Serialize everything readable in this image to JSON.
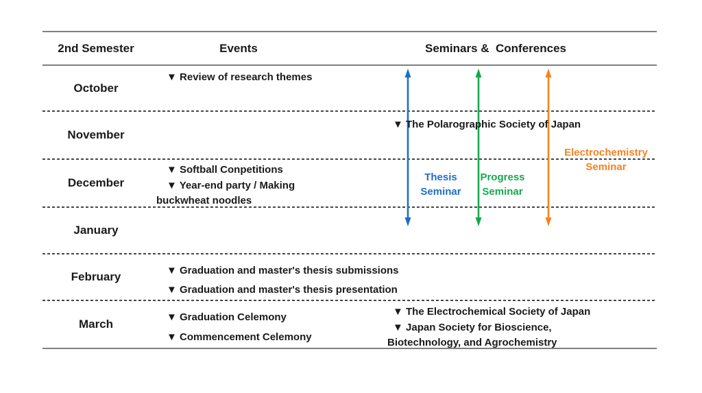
{
  "header": {
    "semester": "2nd Semester",
    "events": "Events",
    "seminars": "Seminars &  Conferences"
  },
  "rows": [
    {
      "month": "October",
      "events": [
        "▼ Review of research themes"
      ],
      "seminars": []
    },
    {
      "month": "November",
      "events": [],
      "seminars": [
        "▼ The Polarographic Society of Japan"
      ]
    },
    {
      "month": "December",
      "events": [
        "▼ Softball Conpetitions",
        "▼ Year-end party / Making buckwheat noodles"
      ],
      "seminars": []
    },
    {
      "month": "January",
      "events": [],
      "seminars": []
    },
    {
      "month": "February",
      "events": [
        "▼ Graduation and master's thesis submissions",
        "▼ Graduation and master's thesis presentation"
      ],
      "seminars": []
    },
    {
      "month": "March",
      "events": [
        "▼ Graduation Celemony",
        "▼ Commencement Celemony"
      ],
      "seminars": [
        "▼ The Electrochemical Society of Japan",
        "▼ Japan Society for Bioscience, Biotechnology, and Agrochemistry"
      ]
    }
  ],
  "timelines": [
    {
      "label": "Thesis Seminar",
      "color": "#1e6ec8"
    },
    {
      "label": "Progress Seminar",
      "color": "#17a84e"
    },
    {
      "label": "Electrochemistry Seminar",
      "color": "#f5821f"
    }
  ],
  "colors": {
    "table_line": "#7f7f7f",
    "dashed_line": "#454545",
    "text": "#1a1a1a"
  }
}
